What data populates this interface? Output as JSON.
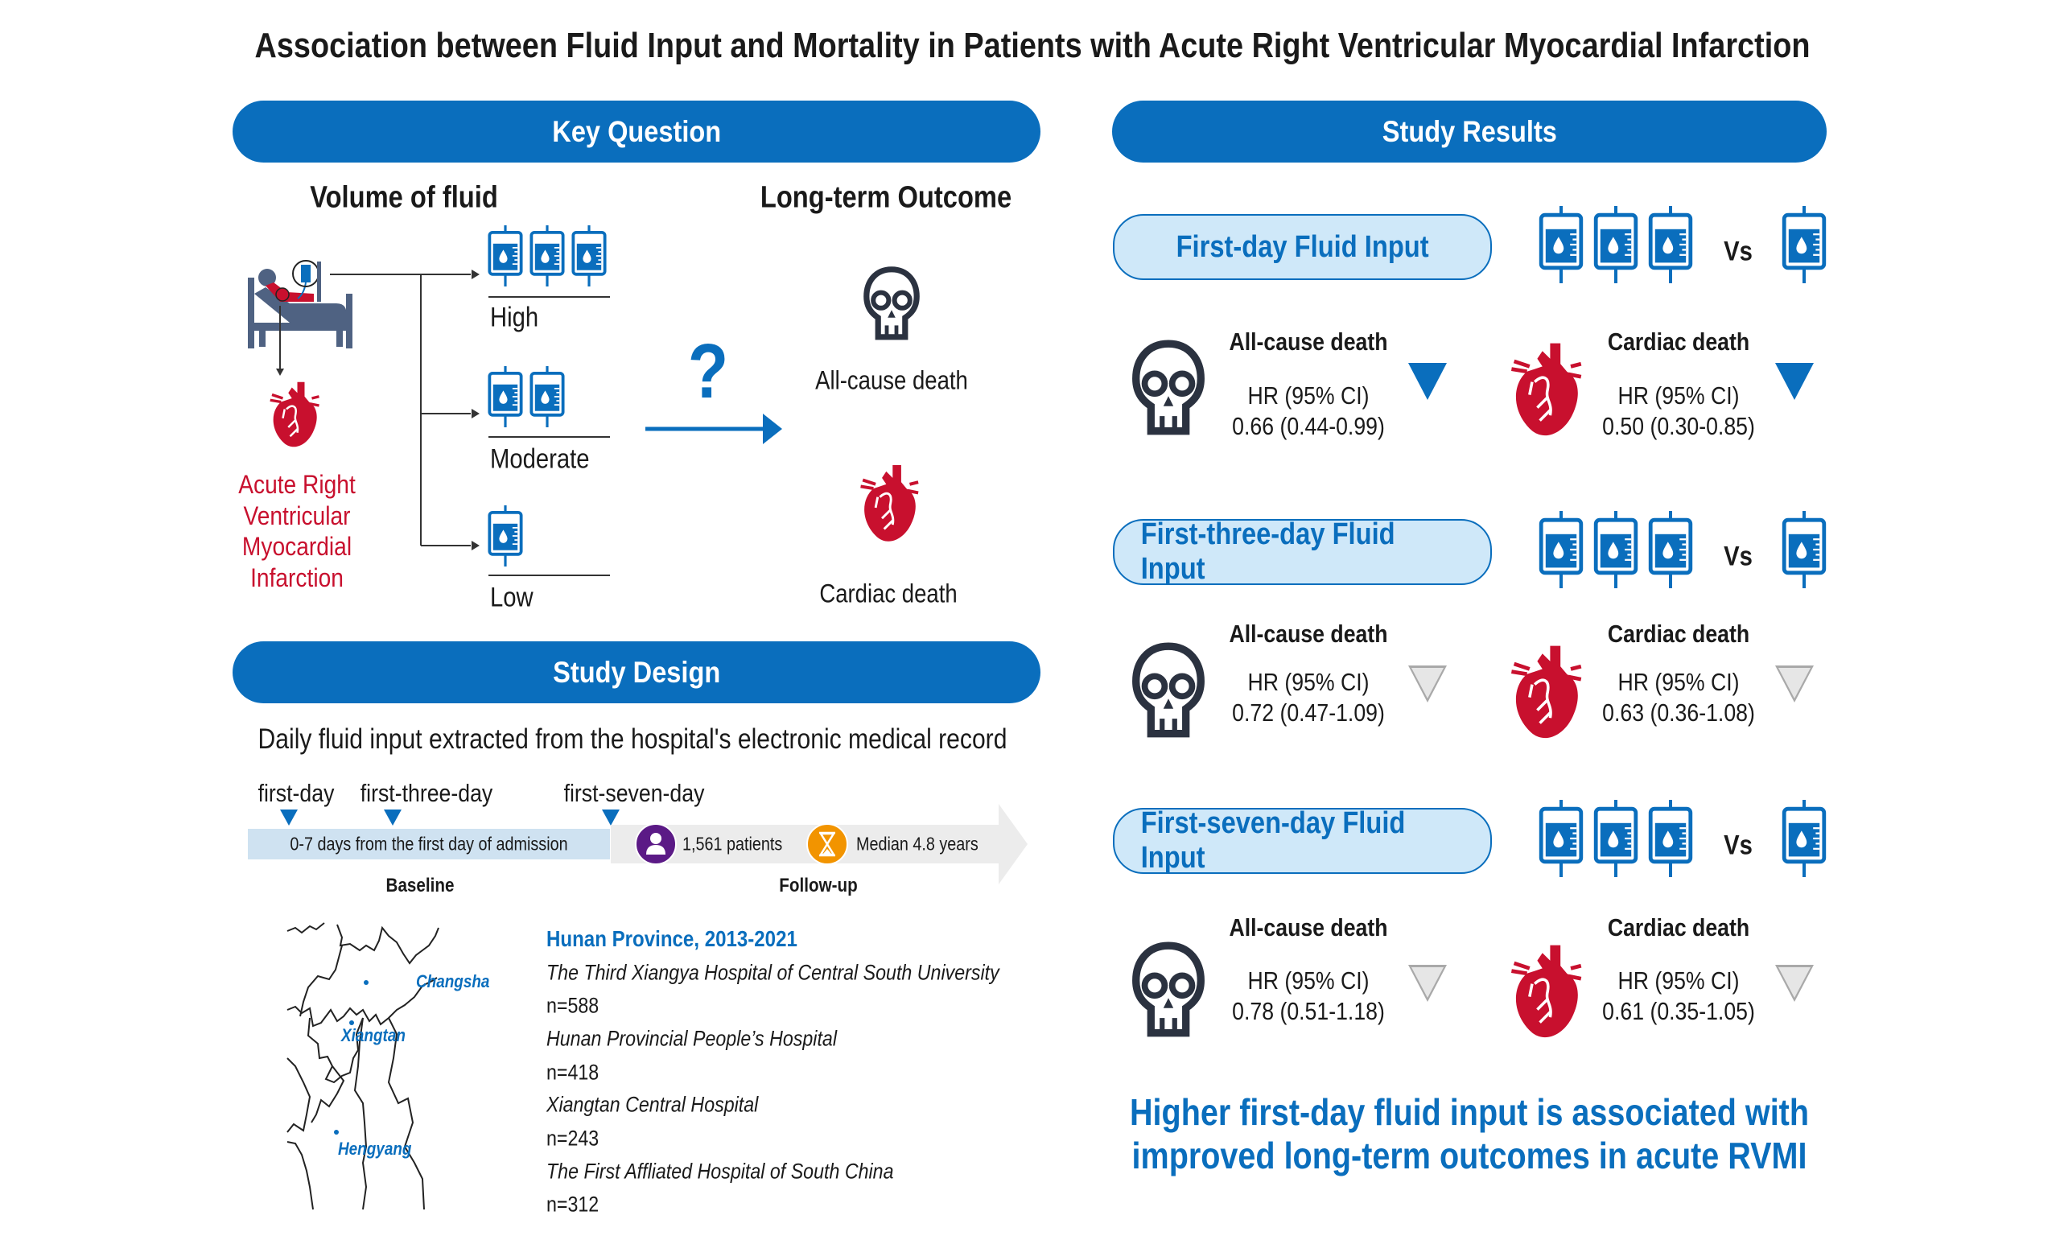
{
  "title": "Association between Fluid Input and Mortality in Patients with Acute Right Ventricular Myocardial Infarction",
  "key_question": {
    "header": "Key Question",
    "volume_heading": "Volume of fluid",
    "outcome_heading": "Long-term Outcome",
    "condition_lines": [
      "Acute Right",
      "Ventricular",
      "Myocardial",
      "Infarction"
    ],
    "levels": [
      "High",
      "Moderate",
      "Low"
    ],
    "question_mark": "?",
    "outcomes": [
      "All-cause death",
      "Cardiac death"
    ]
  },
  "study_design": {
    "header": "Study Design",
    "description": "Daily fluid input extracted from the hospital's electronic medical record",
    "timepoints": [
      "first-day",
      "first-three-day",
      "first-seven-day"
    ],
    "baseline_window": "0-7 days from the first day of admission",
    "patients": "1,561 patients",
    "follow_up_duration": "Median 4.8 years",
    "baseline_label": "Baseline",
    "follow_up_label": "Follow-up",
    "map_cities": [
      "Changsha",
      "Xiangtan",
      "Hengyang"
    ],
    "region": "Hunan Province, 2013-2021",
    "hospitals": [
      {
        "name": "The Third Xiangya Hospital of Central South University",
        "n": "n=588"
      },
      {
        "name": "Hunan Provincial People’s Hospital",
        "n": "n=418"
      },
      {
        "name": "Xiangtan Central Hospital",
        "n": "n=243"
      },
      {
        "name": "The First Affliated Hospital of South China",
        "n": "n=312"
      }
    ]
  },
  "results": {
    "header": "Study Results",
    "vs": "Vs",
    "hr_label": "HR (95% CI)",
    "blocks": [
      {
        "label": "First-day Fluid Input",
        "all_cause": {
          "title": "All-cause death",
          "value": "0.66 (0.44-0.99)",
          "significant": true
        },
        "cardiac": {
          "title": "Cardiac death",
          "value": "0.50 (0.30-0.85)",
          "significant": true
        }
      },
      {
        "label": "First-three-day Fluid Input",
        "all_cause": {
          "title": "All-cause death",
          "value": "0.72 (0.47-1.09)",
          "significant": false
        },
        "cardiac": {
          "title": "Cardiac death",
          "value": "0.63 (0.36-1.08)",
          "significant": false
        }
      },
      {
        "label": "First-seven-day Fluid Input",
        "all_cause": {
          "title": "All-cause death",
          "value": "0.78 (0.51-1.18)",
          "significant": false
        },
        "cardiac": {
          "title": "Cardiac death",
          "value": "0.61 (0.35-1.05)",
          "significant": false
        }
      }
    ],
    "conclusion": [
      "Higher first-day fluid input is associated with",
      "improved long-term outcomes in acute RVMI"
    ]
  },
  "colors": {
    "primary": "#0a6ebd",
    "pill": "#cfe8f9",
    "red": "#c8102e",
    "skull": "#2b3240",
    "purple": "#5b1a86",
    "orange": "#f29400",
    "nonsig": "#a9a9a9"
  }
}
